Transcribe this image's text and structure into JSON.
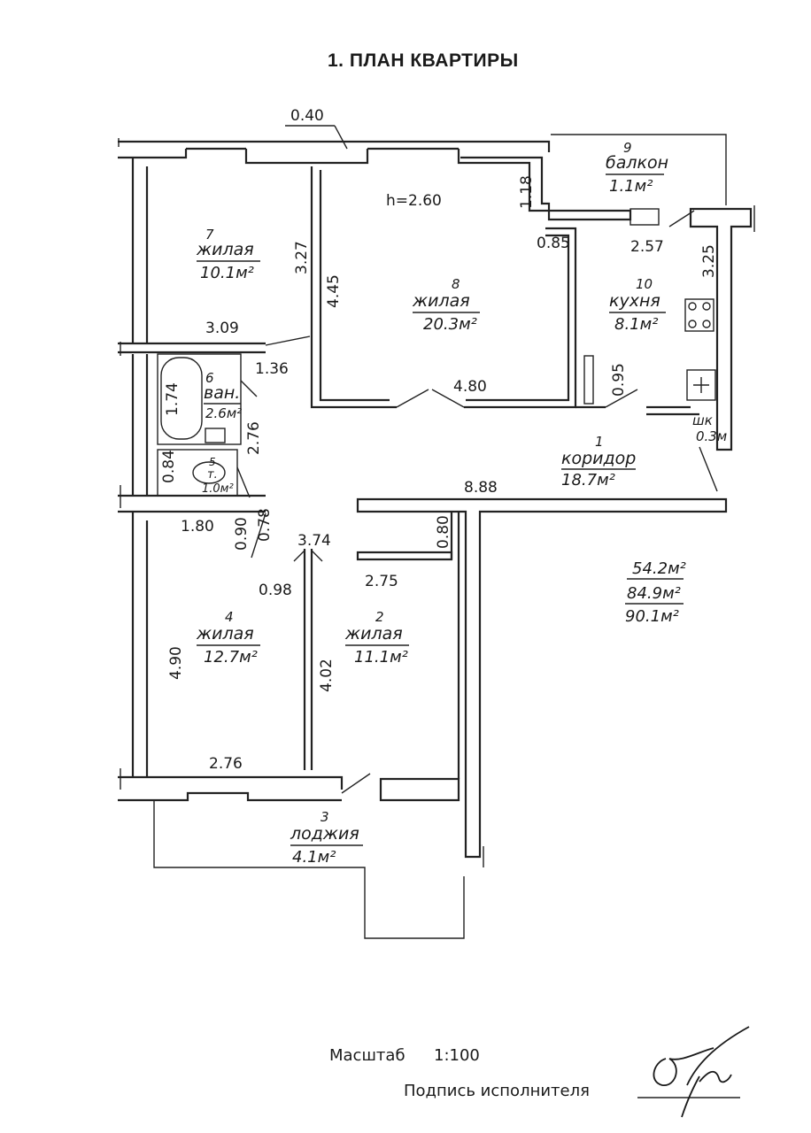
{
  "title": "1. ПЛАН КВАРТИРЫ",
  "ceiling_height": "h=2.60",
  "rooms": {
    "corridor": {
      "number": "1",
      "name": "коридор",
      "area": "18.7м²"
    },
    "room2": {
      "number": "2",
      "name": "жилая",
      "area": "11.1м²"
    },
    "loggia": {
      "number": "3",
      "name": "лоджия",
      "area": "4.1м²"
    },
    "room4": {
      "number": "4",
      "name": "жилая",
      "area": "12.7м²"
    },
    "wc": {
      "number": "5",
      "name": "т.",
      "area": "1.0м²"
    },
    "bath": {
      "number": "6",
      "name": "ван.",
      "area": "2.6м²"
    },
    "room7": {
      "number": "7",
      "name": "жилая",
      "area": "10.1м²"
    },
    "room8": {
      "number": "8",
      "name": "жилая",
      "area": "20.3м²"
    },
    "balcony": {
      "number": "9",
      "name": "балкон",
      "area": "1.1м²"
    },
    "kitchen": {
      "number": "10",
      "name": "кухня",
      "area": "8.1м²"
    },
    "closet": {
      "name": "шк",
      "area": "0.3м"
    }
  },
  "dimensions": {
    "d040": "0.40",
    "d118": "1.18",
    "d085": "0.85",
    "d257": "2.57",
    "d325": "3.25",
    "d327": "3.27",
    "d445": "4.45",
    "d309": "3.09",
    "d136": "1.36",
    "d174": "1.74",
    "d276a": "2.76",
    "d084": "0.84",
    "d480": "4.80",
    "d095": "0.95",
    "d888": "8.88",
    "d180": "1.80",
    "d090": "0.90",
    "d078": "0.78",
    "d374": "3.74",
    "d080": "0.80",
    "d098": "0.98",
    "d275": "2.75",
    "d490": "4.90",
    "d402": "4.02",
    "d276b": "2.76"
  },
  "totals": {
    "living": "54.2м²",
    "total": "84.9м²",
    "total_with_balcony": "90.1м²"
  },
  "footer": {
    "scale_label": "Масштаб",
    "scale_value": "1:100",
    "signature_label": "Подпись исполнителя"
  }
}
